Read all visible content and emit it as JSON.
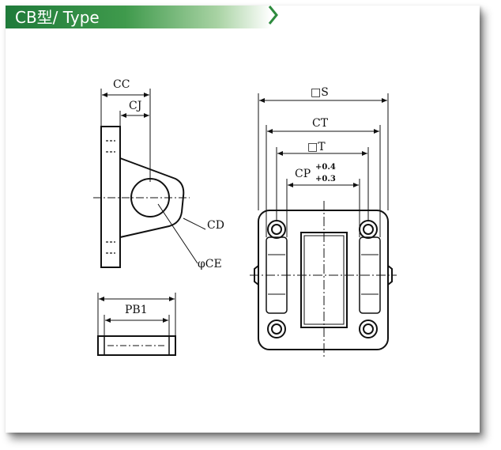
{
  "header": {
    "title": "CB型/ Type"
  },
  "labels": {
    "cc": "CC",
    "cj": "CJ",
    "cd": "CD",
    "ce": "φCE",
    "pb1": "PB1",
    "s": "□S",
    "ct": "CT",
    "t": "□T",
    "cp": "CP",
    "cp_tol_upper": "+0.4",
    "cp_tol_lower": "+0.3"
  },
  "colors": {
    "title_green": "#1f7a3a",
    "chevron_green": "#2e8b3e",
    "line": "#111111"
  }
}
